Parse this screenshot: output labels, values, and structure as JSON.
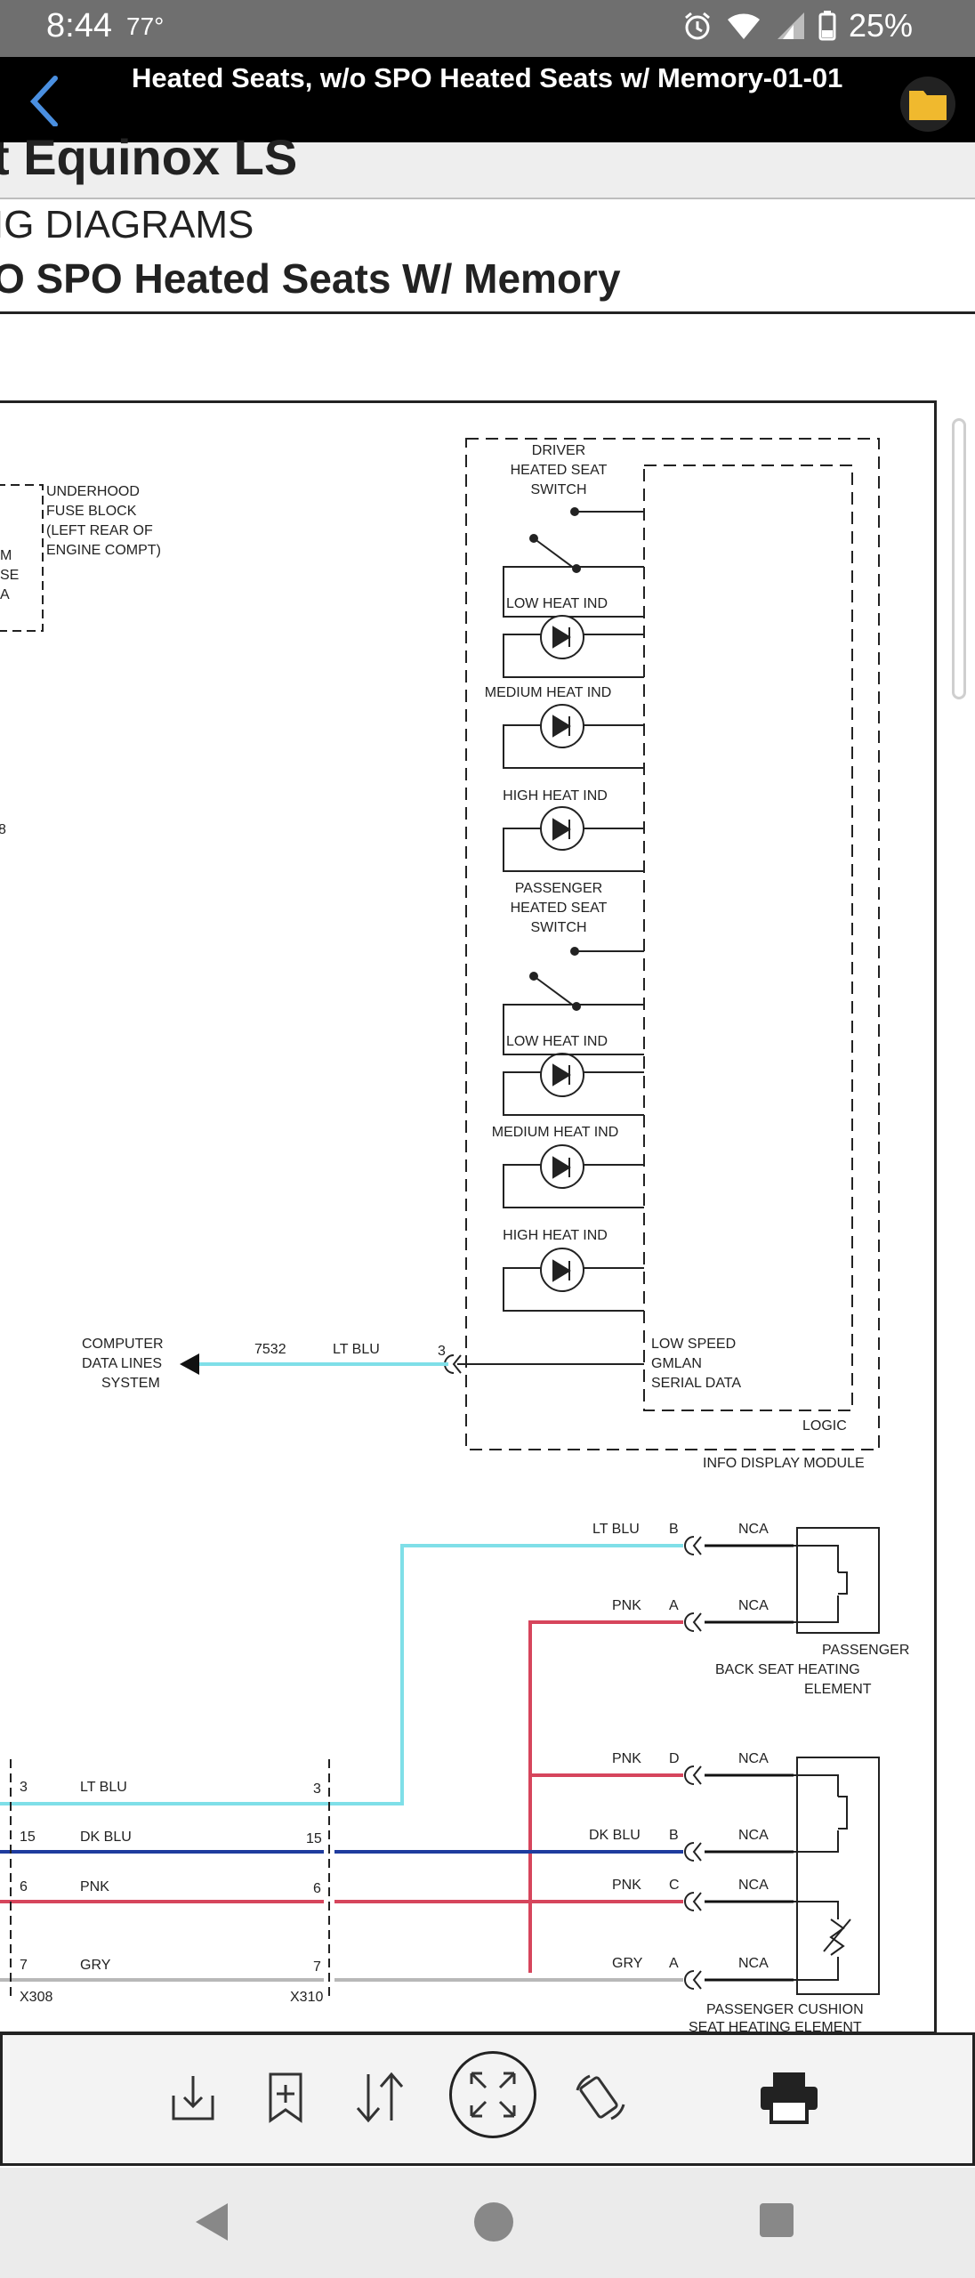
{
  "status_bar": {
    "time": "8:44",
    "temp": "77°",
    "battery": "25%"
  },
  "app_bar": {
    "title": "Heated Seats, w/o SPO Heated Seats w/ Memory-01-01"
  },
  "doc": {
    "title": "t Equinox LS",
    "section_line1": "IG DIAGRAMS",
    "section_line2": "O SPO Heated Seats W/ Memory"
  },
  "diagram": {
    "fuse_block": [
      "UNDERHOOD",
      "FUSE BLOCK",
      "(LEFT REAR OF",
      "ENGINE COMPT)"
    ],
    "fuse_cut": [
      "M",
      "SE",
      "A"
    ],
    "cut_label": "8",
    "driver_switch": [
      "DRIVER",
      "HEATED SEAT",
      "SWITCH"
    ],
    "passenger_switch": [
      "PASSENGER",
      "HEATED SEAT",
      "SWITCH"
    ],
    "low_heat": "LOW HEAT IND",
    "medium_heat": "MEDIUM HEAT IND",
    "high_heat": "HIGH HEAT IND",
    "computer_data": [
      "COMPUTER",
      "DATA LINES",
      "SYSTEM"
    ],
    "circuit_7532": "7532",
    "lt_blu": "LT BLU",
    "dk_blu": "DK BLU",
    "pnk": "PNK",
    "gry": "GRY",
    "pin_3": "3",
    "pin_15": "15",
    "pin_6": "6",
    "pin_7": "7",
    "pin_a": "A",
    "pin_b": "B",
    "pin_c": "C",
    "pin_d": "D",
    "low_speed": [
      "LOW SPEED",
      "GMLAN",
      "SERIAL DATA"
    ],
    "logic": "LOGIC",
    "info_display": "INFO DISPLAY MODULE",
    "nca": "NCA",
    "back_element": [
      "PASSENGER",
      "BACK SEAT HEATING",
      "ELEMENT"
    ],
    "cushion_element": [
      "PASSENGER CUSHION",
      "SEAT HEATING ELEMENT"
    ],
    "x308": "X308",
    "x310": "X310"
  },
  "colors": {
    "lt_blu": "#7fdfe8",
    "dk_blu": "#1f3c9e",
    "pnk": "#d6455c",
    "gry": "#b8b8b8"
  },
  "toolbar_icons": [
    "download-icon",
    "bookmark-add-icon",
    "sort-icon",
    "fullscreen-icon",
    "rotate-icon",
    "print-icon"
  ],
  "nav_icons": [
    "back-icon",
    "home-icon",
    "recents-icon"
  ]
}
